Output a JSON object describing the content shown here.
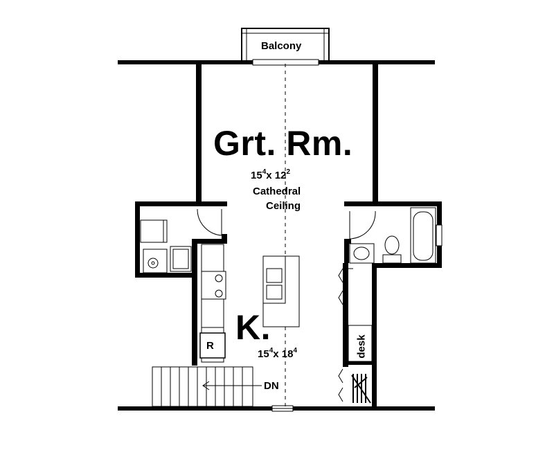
{
  "rooms": {
    "balcony": {
      "label": "Balcony"
    },
    "great_room": {
      "name": "Grt. Rm.",
      "dim_w": "15",
      "dim_w_sup": "4",
      "dim_sep": "x",
      "dim_h": "12",
      "dim_h_sup": "2",
      "note_line1": "Cathedral",
      "note_line2": "Ceiling"
    },
    "kitchen": {
      "name": "K.",
      "dim_w": "15",
      "dim_w_sup": "4",
      "dim_sep": "x",
      "dim_h": "18",
      "dim_h_sup": "4"
    }
  },
  "fixtures": {
    "refrigerator": "R",
    "desk": "desk",
    "stair_direction": "DN"
  }
}
